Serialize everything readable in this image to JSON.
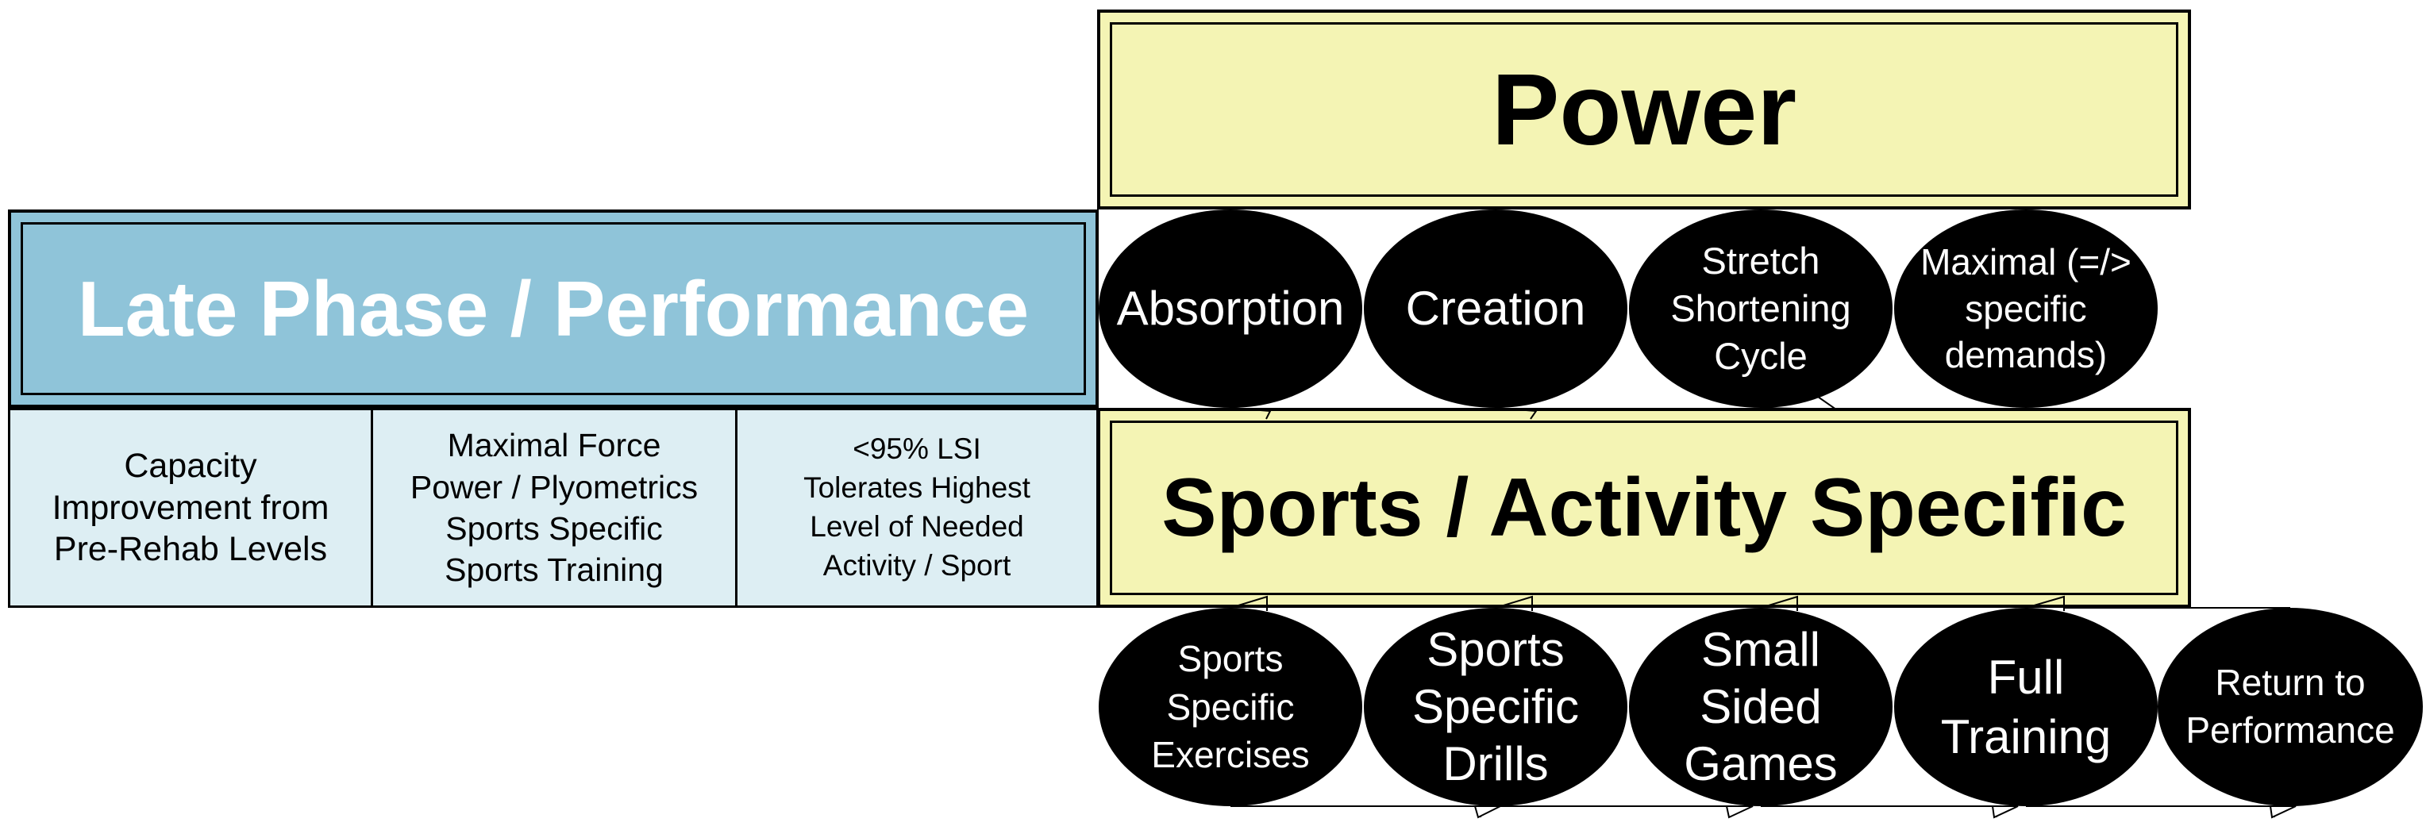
{
  "headers": {
    "power": "Power",
    "late_phase": "Late Phase / Performance",
    "sports_specific": "Sports / Activity Specific"
  },
  "cells": {
    "capacity": "Capacity\nImprovement from\nPre-Rehab Levels",
    "maximal_force": "Maximal Force\nPower / Plyometrics\nSports Specific\nSports Training",
    "lsi": "<95% LSI\nTolerates Highest\nLevel of Needed\nActivity / Sport"
  },
  "power_components": [
    "Absorption",
    "Creation",
    "Stretch\nShortening\nCycle",
    "Maximal (=/>\nspecific\ndemands)"
  ],
  "sports_progression": [
    "Sports\nSpecific\nExercises",
    "Sports\nSpecific\nDrills",
    "Small\nSided\nGames",
    "Full\nTraining",
    "Return to\nPerformance"
  ],
  "colors": {
    "yellow_box": "#f4f4b4",
    "blue_box": "#8fc4d9",
    "light_blue_cell": "#ddeef3",
    "oval": "#000000",
    "oval_text": "#ffffff"
  }
}
